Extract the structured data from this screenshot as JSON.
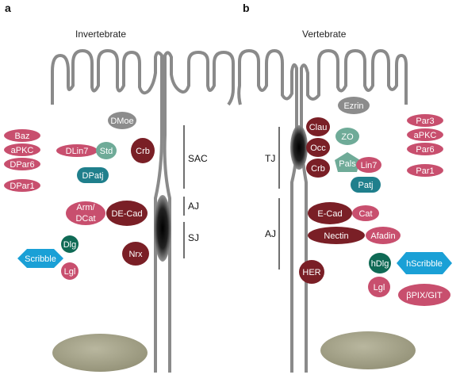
{
  "colors": {
    "membrane": "#8a8a8a",
    "junction": "#111111",
    "pink": "#c84f6e",
    "maroon": "#7a1f26",
    "gray": "#8c8c8c",
    "teal": "#1f7f8c",
    "sage": "#6fab98",
    "darkgreen": "#0f6a55",
    "cyan": "#1aa0d6",
    "nucleus": "#a8a68c"
  },
  "panel_a": {
    "letter": "a",
    "title": "Invertebrate",
    "zones": {
      "sac": "SAC",
      "aj": "AJ",
      "sj": "SJ"
    },
    "proteins": {
      "dmoe": "DMoe",
      "baz": "Baz",
      "apkc": "aPKC",
      "dpar6": "DPar6",
      "dpar1": "DPar1",
      "dlin7": "DLin7",
      "std": "Std",
      "crb": "Crb",
      "dpatj": "DPatj",
      "arm": "Arm/",
      "dcat": "DCat",
      "decad": "DE-Cad",
      "nrx": "Nrx",
      "dlg": "Dlg",
      "scribble": "Scribble",
      "lgl": "Lgl"
    }
  },
  "panel_b": {
    "letter": "b",
    "title": "Vertebrate",
    "zones": {
      "tj": "TJ",
      "aj": "AJ"
    },
    "proteins": {
      "ezrin": "Ezrin",
      "clau": "Clau",
      "occ": "Occ",
      "crb": "Crb",
      "zo": "ZO",
      "pals": "Pals",
      "lin7": "Lin7",
      "patj": "Patj",
      "par3": "Par3",
      "apkc": "aPKC",
      "par6": "Par6",
      "par1": "Par1",
      "ecad": "E-Cad",
      "cat": "Cat",
      "nectin": "Nectin",
      "afadin": "Afadin",
      "her": "HER",
      "hdlg": "hDlg",
      "hscribble": "hScribble",
      "lgl": "Lgl",
      "betapix": "βPIX/GIT"
    }
  }
}
